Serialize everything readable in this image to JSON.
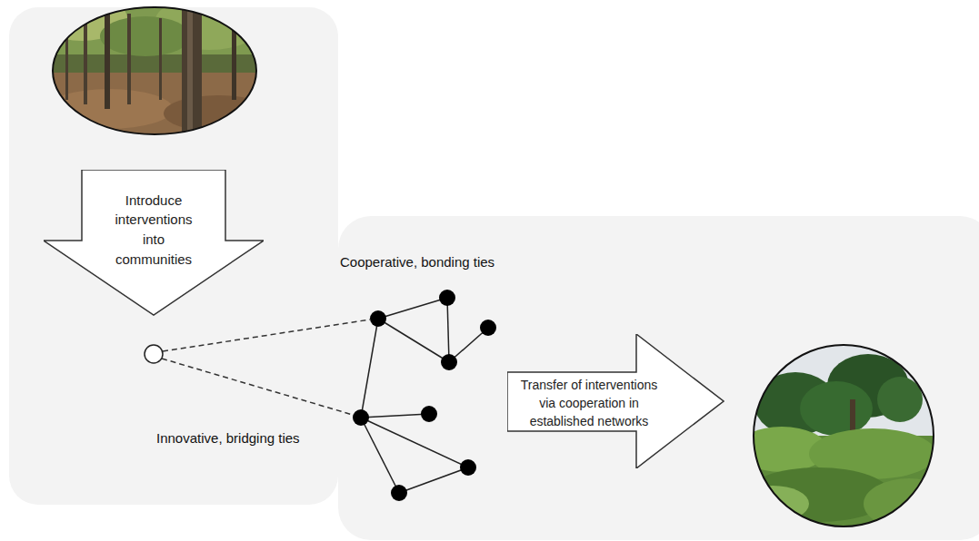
{
  "diagram": {
    "nodes": [
      {
        "text": [
          "Introduce interventions into communities"
        ]
      },
      {
        "text": [
          "Transfer of interventions via cooperation in established networks"
        ]
      }
    ],
    "labels": [
      "Cooperative, bonding ties",
      "Innovative, bridging ties"
    ]
  }
}
